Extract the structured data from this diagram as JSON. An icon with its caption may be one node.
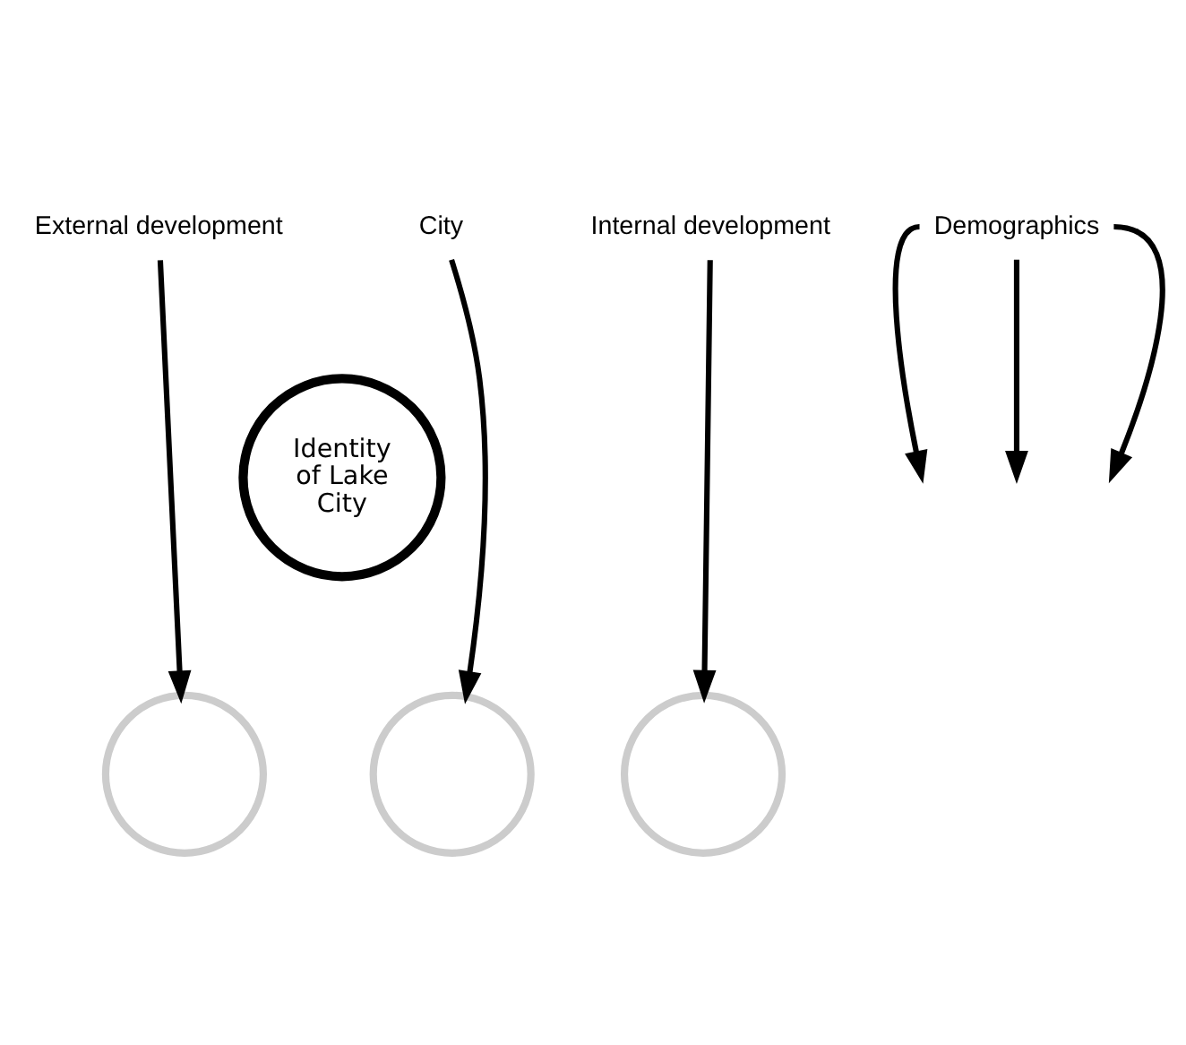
{
  "diagram": {
    "nodes": [
      {
        "text": [
          "Identity of Lake City"
        ]
      },
      {
        "text": [
          "Demographics"
        ]
      },
      {
        "text": [
          "City"
        ]
      },
      {
        "text": [
          "External development"
        ]
      },
      {
        "text": [
          "Internal development"
        ]
      },
      {
        "text": [],
        "shape": "circle"
      },
      {
        "text": [],
        "shape": "circle"
      },
      {
        "text": [],
        "shape": "circle"
      }
    ],
    "edges": [
      {
        "from": 1,
        "to": null,
        "arrow": "to"
      },
      {
        "from": 1,
        "to": null,
        "arrow": "to"
      },
      {
        "from": 1,
        "to": null,
        "arrow": "to"
      },
      {
        "from": 3,
        "to": 5,
        "arrow": "to"
      },
      {
        "from": 2,
        "to": 6,
        "arrow": "to"
      },
      {
        "from": 4,
        "to": 7,
        "arrow": "to"
      }
    ]
  }
}
